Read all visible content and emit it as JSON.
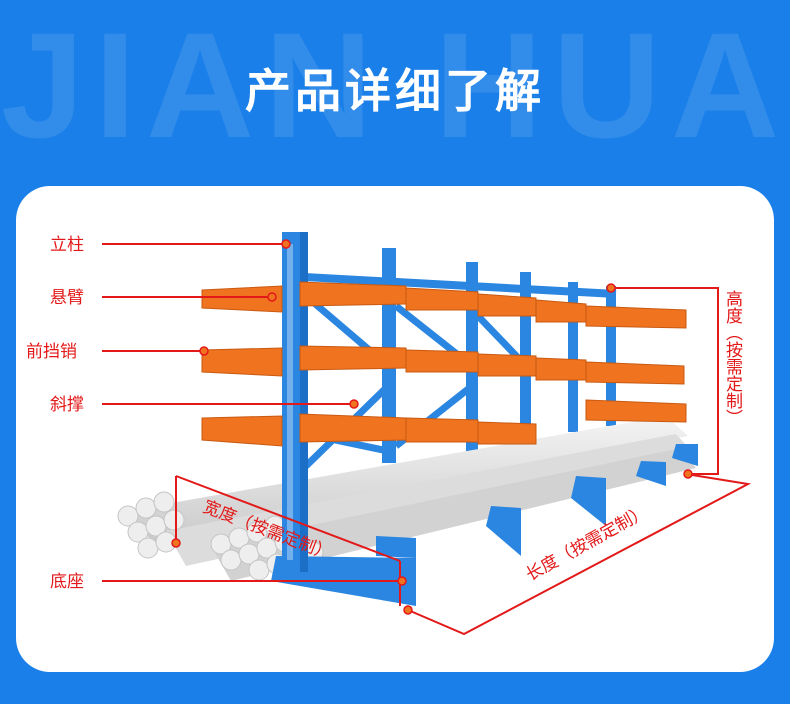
{
  "header": {
    "watermark": "JIAN HUA",
    "title": "产品详细了解"
  },
  "diagram": {
    "labels": {
      "upright": "立柱",
      "arm": "悬臂",
      "front_stop": "前挡销",
      "brace": "斜撑",
      "base": "底座",
      "width": "宽度（按需定制）",
      "length": "长度（按需定制）",
      "height": "高度（按需定制）"
    }
  },
  "colors": {
    "background": "#1a7fe8",
    "label_red": "#e31818",
    "column_blue": "#2a86e0",
    "arm_orange": "#f0731f"
  }
}
